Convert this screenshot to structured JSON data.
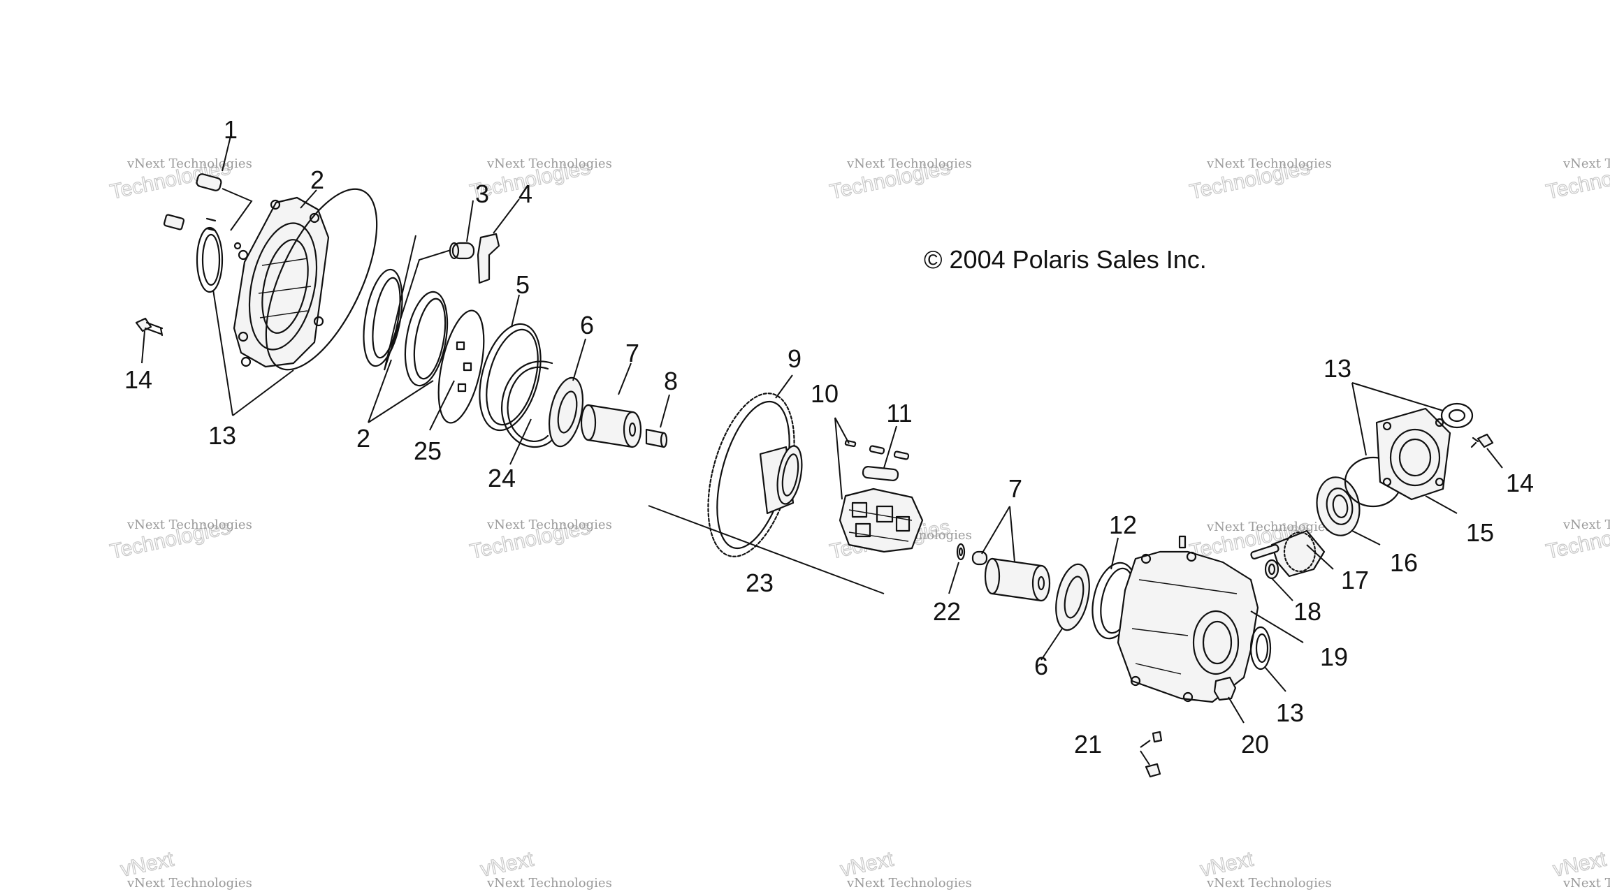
{
  "copyright": "© 2004 Polaris Sales Inc.",
  "watermark": {
    "company": "vNext Technologies",
    "logo_top": "vNext",
    "logo_bottom": "Technologies"
  },
  "callouts": {
    "c1": "1",
    "c2a": "2",
    "c2b": "2",
    "c3": "3",
    "c4": "4",
    "c5": "5",
    "c6a": "6",
    "c6b": "6",
    "c7a": "7",
    "c7b": "7",
    "c8": "8",
    "c9": "9",
    "c10": "10",
    "c11": "11",
    "c12": "12",
    "c13a": "13",
    "c13b": "13",
    "c13c": "13",
    "c14a": "14",
    "c14b": "14",
    "c15": "15",
    "c16": "16",
    "c17": "17",
    "c18": "18",
    "c19": "19",
    "c20": "20",
    "c21": "21",
    "c22": "22",
    "c23": "23",
    "c24": "24",
    "c25": "25"
  }
}
